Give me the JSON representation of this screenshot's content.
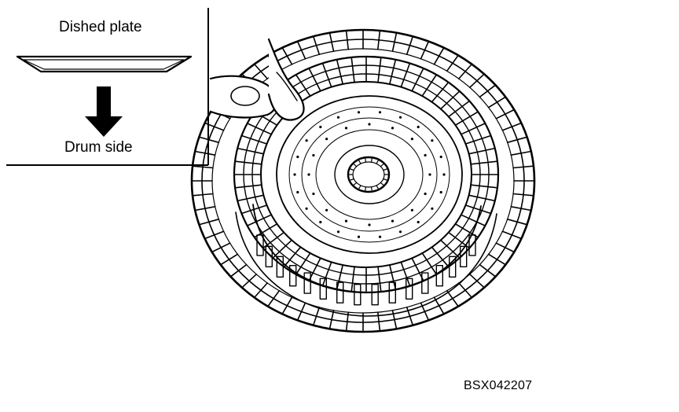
{
  "inset": {
    "title": "Dished plate",
    "caption": "Drum side",
    "arrow_icon": "down-arrow-icon"
  },
  "illustration": {
    "subject_icon": "clutch-drum-assembly-icon",
    "hand_icon": "fingers-icon"
  },
  "figure_code": "BSX042207"
}
